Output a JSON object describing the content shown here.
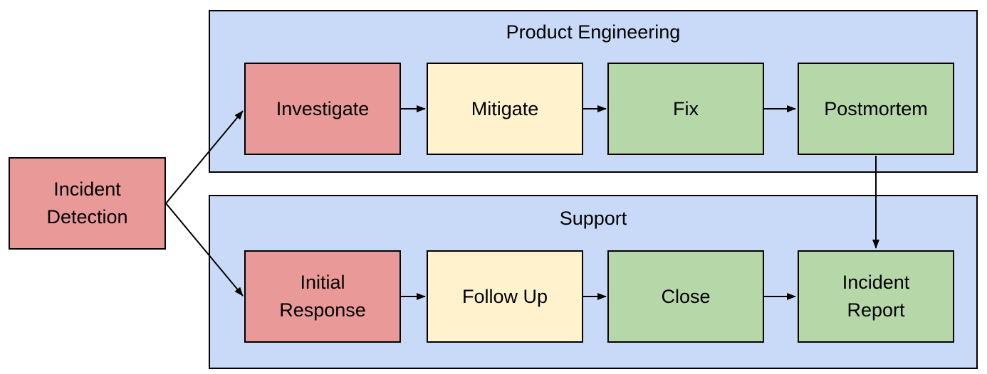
{
  "diagram": {
    "type": "flowchart",
    "colors": {
      "container_fill": "#C9DAF8",
      "red_fill": "#EA9999",
      "yellow_fill": "#FFF2CC",
      "green_fill": "#B6D7A8",
      "border": "#000000",
      "background": "#FFFFFF"
    },
    "start_node": {
      "label": "Incident Detection",
      "color": "red"
    },
    "groups": [
      {
        "label": "Product Engineering",
        "nodes": [
          {
            "label": "Investigate",
            "color": "red"
          },
          {
            "label": "Mitigate",
            "color": "yellow"
          },
          {
            "label": "Fix",
            "color": "green"
          },
          {
            "label": "Postmortem",
            "color": "green"
          }
        ]
      },
      {
        "label": "Support",
        "nodes": [
          {
            "label": "Initial Response",
            "color": "red"
          },
          {
            "label": "Follow Up",
            "color": "yellow"
          },
          {
            "label": "Close",
            "color": "green"
          },
          {
            "label": "Incident Report",
            "color": "green"
          }
        ]
      }
    ],
    "edges": [
      {
        "from": "Incident Detection",
        "to": "Investigate"
      },
      {
        "from": "Incident Detection",
        "to": "Initial Response"
      },
      {
        "from": "Investigate",
        "to": "Mitigate"
      },
      {
        "from": "Mitigate",
        "to": "Fix"
      },
      {
        "from": "Fix",
        "to": "Postmortem"
      },
      {
        "from": "Postmortem",
        "to": "Incident Report"
      },
      {
        "from": "Initial Response",
        "to": "Follow Up"
      },
      {
        "from": "Follow Up",
        "to": "Close"
      },
      {
        "from": "Close",
        "to": "Incident Report"
      }
    ]
  }
}
